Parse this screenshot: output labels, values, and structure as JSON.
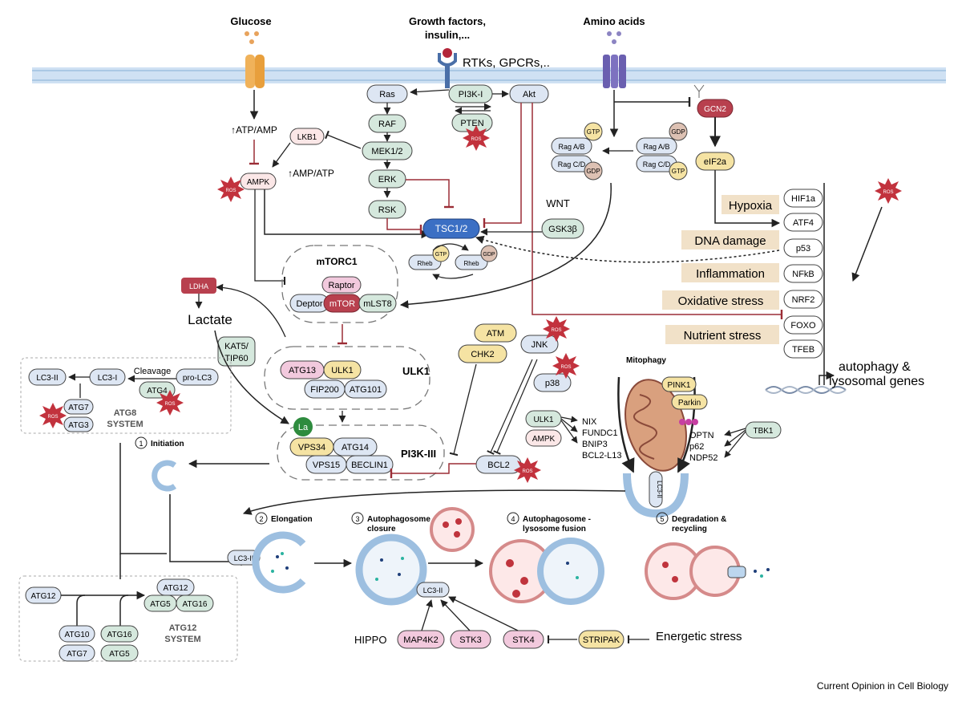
{
  "inputs": {
    "glucose": "Glucose",
    "growth_factors": "Growth factors,",
    "growth_factors_2": "insulin,...",
    "amino_acids": "Amino acids",
    "rtks": "RTKs, GPCRs,.."
  },
  "left_pathway": {
    "atp_amp": "↑ATP/AMP",
    "amp_atp": "↑AMP/ATP",
    "lkb1": "LKB1",
    "ampk": "AMPK",
    "ros": "ROS"
  },
  "mapk": {
    "ras": "Ras",
    "raf": "RAF",
    "mek": "MEK1/2",
    "erk": "ERK",
    "rsk": "RSK",
    "pi3k": "PI3K-I",
    "pten": "PTEN",
    "akt": "Akt"
  },
  "amino_branch": {
    "gcn2": "GCN2",
    "eif2a": "eIF2a",
    "rag_ab": "Rag A/B",
    "rag_cd": "Rag C/D",
    "gtp": "GTP",
    "gdp": "GDP"
  },
  "tsc": {
    "tsc": "TSC1/2",
    "wnt": "WNT",
    "gsk3b": "GSK3β",
    "rheb": "Rheb",
    "gtp": "GTP",
    "gdp": "GDP"
  },
  "mtorc1": {
    "title": "mTORC1",
    "raptor": "Raptor",
    "deptor": "Deptor",
    "mtor": "mTOR",
    "mlst8": "mLST8"
  },
  "stress": {
    "hypoxia": "Hypoxia",
    "dna_damage": "DNA damage",
    "inflammation": "Inflammation",
    "oxidative": "Oxidative stress",
    "nutrient": "Nutrient stress"
  },
  "tfs": [
    "HIF1a",
    "ATF4",
    "p53",
    "NFkB",
    "NRF2",
    "FOXO",
    "TFEB"
  ],
  "gene_output": {
    "line1": "autophagy &",
    "line2": "lysosomal genes"
  },
  "lactate": {
    "ldha": "LDHA",
    "lactate": "Lactate",
    "kat5_1": "KAT5/",
    "kat5_2": "TIP60",
    "la": "La"
  },
  "ulk1_complex": {
    "title": "ULK1",
    "atg13": "ATG13",
    "ulk1": "ULK1",
    "fip200": "FIP200",
    "atg101": "ATG101"
  },
  "pi3k3_complex": {
    "title": "PI3K-III",
    "vps34": "VPS34",
    "atg14": "ATG14",
    "vps15": "VPS15",
    "beclin1": "BECLIN1"
  },
  "dna_response": {
    "atm": "ATM",
    "chk2": "CHK2",
    "jnk": "JNK",
    "p38": "p38",
    "bcl2": "BCL2"
  },
  "mitophagy": {
    "title": "Mitophagy",
    "ulk1": "ULK1",
    "ampk": "AMPK",
    "nix": "NIX",
    "fundc1": "FUNDC1",
    "bnip3": "BNIP3",
    "bcl2l13": "BCL2-L13",
    "pink1": "PINK1",
    "parkin": "Parkin",
    "optn": "OPTN",
    "p62": "p62",
    "ndp52": "NDP52",
    "tbk1": "TBK1",
    "lc3": "LC3-II"
  },
  "atg8_system": {
    "title1": "ATG8",
    "title2": "SYSTEM",
    "lc3_ii": "LC3-II",
    "lc3_i": "LC3-I",
    "cleavage": "Cleavage",
    "pro_lc3": "pro-LC3",
    "atg4": "ATG4",
    "atg7": "ATG7",
    "atg3": "ATG3"
  },
  "atg12_system": {
    "title1": "ATG12",
    "title2": "SYSTEM",
    "atg12": "ATG12",
    "atg10": "ATG10",
    "atg7": "ATG7",
    "atg16": "ATG16",
    "atg5": "ATG5",
    "c_atg12": "ATG12",
    "c_atg5": "ATG5",
    "c_atg16": "ATG16"
  },
  "stages": {
    "s1_num": "1",
    "s1": "Initiation",
    "s2_num": "2",
    "s2": "Elongation",
    "s3_num": "3",
    "s3a": "Autophagosome",
    "s3b": "closure",
    "s4_num": "4",
    "s4a": "Autophagosome -",
    "s4b": "lysosome fusion",
    "s5_num": "5",
    "s5a": "Degradation &",
    "s5b": "recycling",
    "lc3_elong": "LC3-II",
    "lc3_closure": "LC3-II"
  },
  "hippo": {
    "label": "HIPPO",
    "map4k2": "MAP4K2",
    "stk3": "STK3",
    "stk4": "STK4",
    "stripak": "STRIPAK",
    "energetic": "Energetic stress"
  },
  "credit": "Current Opinion in Cell Biology",
  "colors": {
    "membrane": "#cfe1f3",
    "blue_node": "#dde6f3",
    "green_node": "#d5e8dd",
    "yellow_node": "#f5e3a3",
    "pink_node": "#f2c9dd",
    "red_node": "#b8404e",
    "ros": "#c2323d",
    "stress_box": "#f1e1c8",
    "tsc": "#3b6fc4"
  }
}
